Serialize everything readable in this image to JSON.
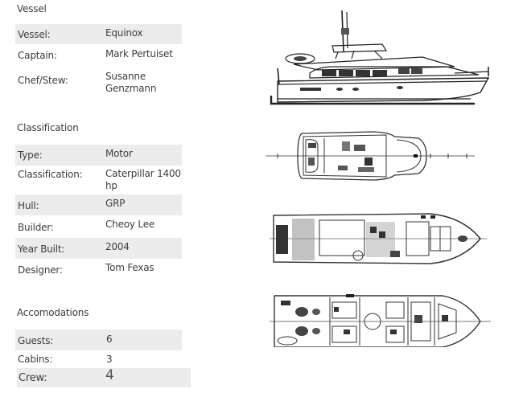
{
  "sections": {
    "vessel": {
      "title": "Vessel",
      "rows": [
        {
          "label": "Vessel:",
          "value": "Equinox"
        },
        {
          "label": "Captain:",
          "value": "Mark Pertuiset"
        },
        {
          "label": "Chef/Stew:",
          "value": "Susanne Genzmann"
        }
      ]
    },
    "classification": {
      "title": "Classification",
      "rows": [
        {
          "label": "Type:",
          "value": "Motor"
        },
        {
          "label": "Classification:",
          "value": "Caterpillar 1400 hp"
        },
        {
          "label": "Hull:",
          "value": "GRP"
        },
        {
          "label": "Builder:",
          "value": "Cheoy Lee"
        },
        {
          "label": "Year Built:",
          "value": "2004"
        },
        {
          "label": "Designer:",
          "value": "Tom Fexas"
        }
      ]
    },
    "accomodations": {
      "title": "Accomodations",
      "rows": [
        {
          "label": "Guests:",
          "value": "6"
        },
        {
          "label": "Cabins:",
          "value": "3"
        },
        {
          "label": "Crew:",
          "value": "4"
        }
      ]
    }
  },
  "drawings": {
    "profile": "yacht-profile-elevation",
    "flybridge": "flybridge-deck-plan",
    "main_deck": "main-deck-plan",
    "lower_deck": "lower-deck-plan"
  }
}
